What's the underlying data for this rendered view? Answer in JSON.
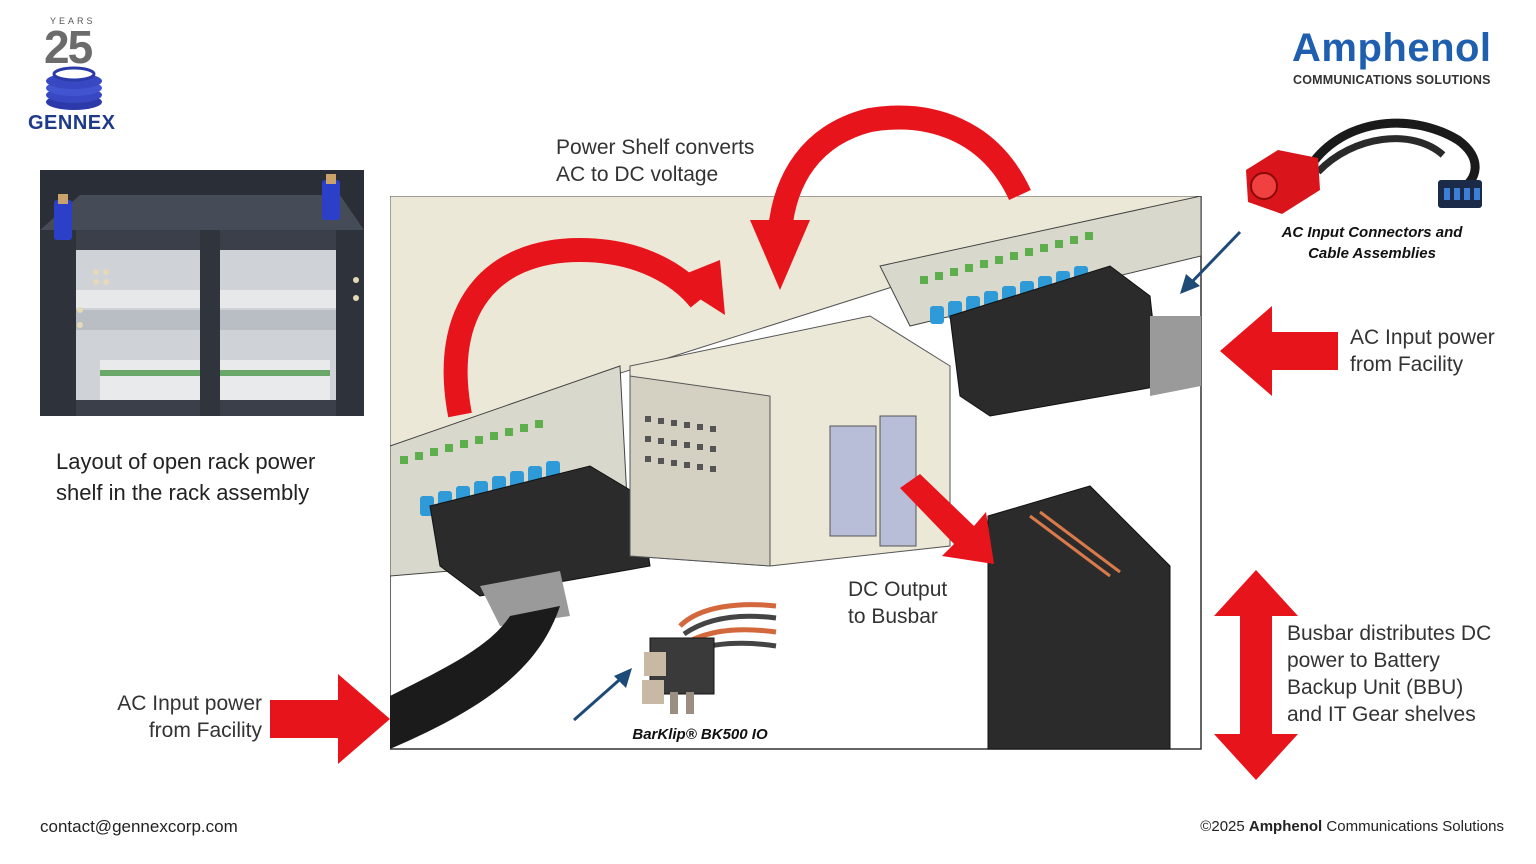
{
  "logos": {
    "gennex": {
      "years": "YEARS",
      "number": "25",
      "name": "GENNEX"
    },
    "amphenol": {
      "name": "Amphenol",
      "subtitle": "COMMUNICATIONS SOLUTIONS",
      "color": "#1f5fb0"
    }
  },
  "rack_caption": {
    "line1": "Layout of open rack power",
    "line2": "shelf in the rack assembly"
  },
  "labels": {
    "power_shelf": {
      "line1": "Power Shelf converts",
      "line2": "AC to DC voltage"
    },
    "ac_connectors": {
      "line1": "AC Input Connectors and",
      "line2": "Cable Assemblies"
    },
    "ac_input_right": {
      "line1": "AC Input power",
      "line2": "from Facility"
    },
    "ac_input_left": {
      "line1": "AC Input power",
      "line2": "from Facility"
    },
    "dc_output": {
      "line1": "DC Output",
      "line2": "to Busbar"
    },
    "barklip": "BarKlip® BK500 IO",
    "busbar": {
      "line1": "Busbar distributes DC",
      "line2": "power to Battery",
      "line3": "Backup Unit (BBU)",
      "line4": "and IT Gear shelves"
    }
  },
  "footer": {
    "contact": "contact@gennexcorp.com",
    "copyright_prefix": "©2025",
    "copyright_brand": "Amphenol",
    "copyright_suffix": "Communications Solutions"
  },
  "colors": {
    "arrow_red": "#e8141b",
    "pointer_blue": "#1e4a78",
    "connector_blue": "#2f9ad8",
    "shelf_beige": "#ece8d8"
  }
}
